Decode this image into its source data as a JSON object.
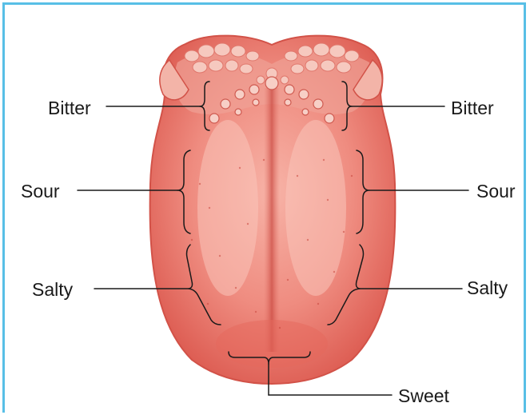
{
  "labels": {
    "bitter_left": "Bitter",
    "bitter_right": "Bitter",
    "sour_left": "Sour",
    "sour_right": "Sour",
    "salty_left": "Salty",
    "salty_right": "Salty",
    "sweet": "Sweet"
  },
  "colors": {
    "frame_border": "#58bfe6",
    "tongue_base": "#ef8a7e",
    "tongue_edge": "#d9544c",
    "tongue_highlight": "#f7b6aa",
    "papilla": "#f6c3b8",
    "leader_line": "#1a1a1a"
  }
}
